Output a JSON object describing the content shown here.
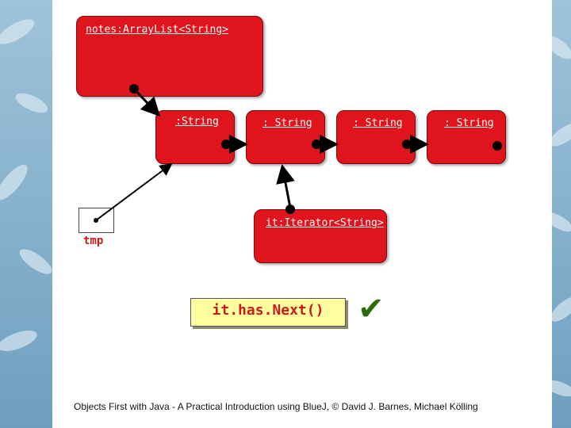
{
  "objects": {
    "array_list_label": "notes:ArrayList<String>",
    "string_labels": [
      ":String",
      ": String",
      ": String",
      ": String"
    ],
    "iterator_label": "it:Iterator<String>"
  },
  "variable": {
    "name": "tmp"
  },
  "method_call": {
    "text": "it.has.Next()",
    "result_icon": "check-mark-icon"
  },
  "footer": "Objects First with Java - A Practical Introduction using BlueJ, © David J. Barnes, Michael Kölling",
  "colors": {
    "object_fill": "#e0141c",
    "call_fill": "#ffffa0",
    "check": "#2a6b0e",
    "text_red": "#cc1a1a"
  }
}
